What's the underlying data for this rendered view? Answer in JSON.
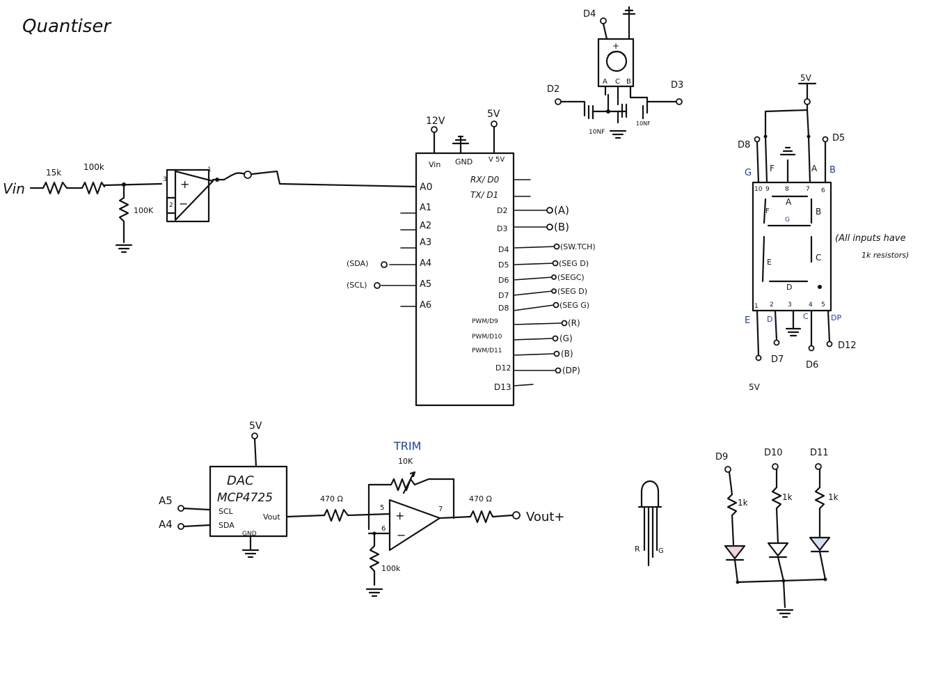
{
  "title": "Quantiser",
  "input_stage": {
    "vin": "Vin",
    "r1": "15k",
    "r2": "100k",
    "r3": "100K",
    "pin_plus": "3",
    "pin_minus": "2",
    "pin_out": "1",
    "plus_sign": "+",
    "minus_sign": "−"
  },
  "arduino": {
    "supply_12v": "12V",
    "supply_5v": "5V",
    "top_pins": [
      "Vin",
      "GND",
      "V 5V"
    ],
    "left_pins": [
      "A0",
      "A1",
      "A2",
      "A3",
      "A4",
      "A5",
      "A6"
    ],
    "left_labels": [
      "(SDA)",
      "(SCL)"
    ],
    "right_pins": [
      "RX/ D0",
      "TX/ D1",
      "D2",
      "D3",
      "D4",
      "D5",
      "D6",
      "D7",
      "D8",
      "PWM/D9",
      "PWM/D10",
      "PWM/D11",
      "D12",
      "D13"
    ],
    "right_labels": [
      "(A)",
      "(B)",
      "(SW.TCH)",
      "(SEG D)",
      "(SEGC)",
      "(SEG D)",
      "(SEG G)",
      "(R)",
      "(G)",
      "(B)",
      "(DP)"
    ]
  },
  "encoder": {
    "d4": "D4",
    "d2": "D2",
    "d3": "D3",
    "pins": [
      "A",
      "C",
      "B"
    ],
    "plus": "+",
    "cap1": "10NF",
    "cap2": "10NF"
  },
  "seven_seg": {
    "supply": "5V",
    "d8": "D8",
    "d5": "D5",
    "top_letters": [
      "G",
      "F",
      "A",
      "B"
    ],
    "top_pins": [
      "10",
      "9",
      "8",
      "7",
      "6"
    ],
    "seg_labels": [
      "A",
      "F",
      "B",
      "G",
      "E",
      "C",
      "D"
    ],
    "bottom_pins": [
      "1",
      "2",
      "3",
      "4",
      "5"
    ],
    "bottom_letters": [
      "E",
      "D",
      "C",
      "DP"
    ],
    "d7": "D7",
    "d6": "D6",
    "d12": "D12",
    "bottom_supply": "5V",
    "note_line1": "(All inputs have",
    "note_line2": "1k resistors)"
  },
  "dac": {
    "supply": "5V",
    "name1": "DAC",
    "name2": "MCP4725",
    "scl": "SCL",
    "sda": "SDA",
    "vout": "Vout",
    "gnd": "GND",
    "a5": "A5",
    "a4": "A4"
  },
  "output_stage": {
    "trim": "TRIM",
    "trim_value": "10K",
    "r_in": "470 Ω",
    "r_out": "470 Ω",
    "r_gnd": "100k",
    "pin5": "5",
    "pin6": "6",
    "pin7": "7",
    "plus_sign": "+",
    "minus_sign": "−",
    "vout": "Vout+"
  },
  "rgb_led": {
    "pin_r": "R",
    "pin_g": "G"
  },
  "leds": {
    "labels": [
      "D9",
      "D10",
      "D11"
    ],
    "resistors": [
      "1k",
      "1k",
      "1k"
    ]
  },
  "colors": {
    "ink": "#111111",
    "blue_ink": "#1d3f9e",
    "led_red": "#c8324a",
    "led_blue": "#2a4fb0"
  }
}
